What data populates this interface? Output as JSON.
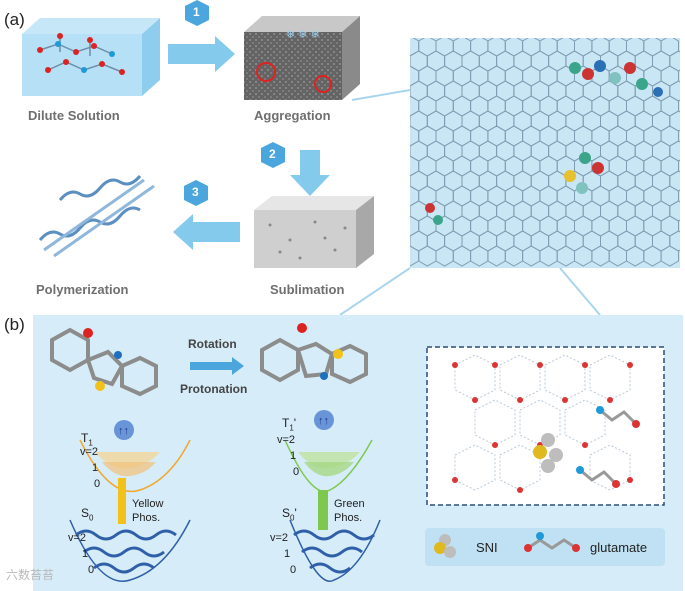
{
  "panel_a": {
    "label": "(a)",
    "steps": [
      "1",
      "2",
      "3"
    ],
    "stages": {
      "dilute": "Dilute Solution",
      "aggregation": "Aggregation",
      "sublimation": "Sublimation",
      "polymerization": "Polymerization"
    }
  },
  "panel_b": {
    "label": "(b)",
    "reaction": {
      "top": "Rotation",
      "bottom": "Protonation"
    },
    "energy_left": {
      "t_state": "T",
      "t_sub": "1",
      "s_state": "S",
      "s_sub": "0",
      "t_levels": [
        "v=2",
        "1",
        "0"
      ],
      "s_levels": [
        "v=2",
        "1",
        "0"
      ],
      "emission_line1": "Yellow",
      "emission_line2": "Phos."
    },
    "energy_right": {
      "t_state": "T",
      "t_sub": "1",
      "t_prime": "'",
      "s_state": "S",
      "s_sub": "0",
      "s_prime": "'",
      "t_levels": [
        "v=2",
        "1",
        "0"
      ],
      "s_levels": [
        "v=2",
        "1",
        "0"
      ],
      "emission_line1": "Green",
      "emission_line2": "Phos."
    },
    "legend": {
      "sni": "SNI",
      "glutamate": "glutamate"
    }
  },
  "colors": {
    "panel_bg": "#d6ecf8",
    "arrow_blue": "#4aa6dc",
    "yellow": "#f2c21a",
    "green": "#7ec850",
    "orange_curve": "#f0a830",
    "wave_blue": "#2f5fa8"
  },
  "watermark": "六数苔苔"
}
